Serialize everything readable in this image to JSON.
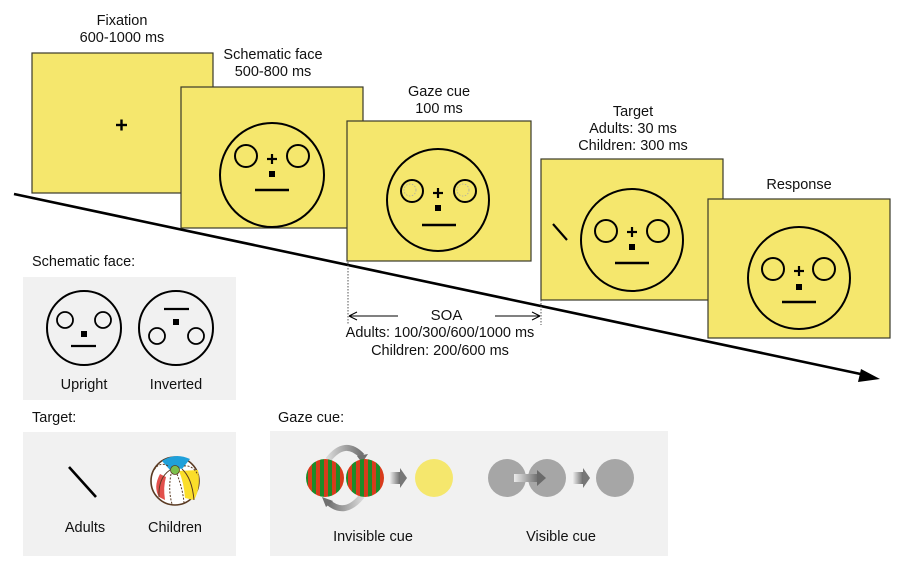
{
  "sequence": {
    "timeline_direction": "left-to-right, downward",
    "screens": [
      {
        "id": "fixation",
        "title": "Fixation",
        "duration": "600-1000 ms",
        "content": "fixation cross"
      },
      {
        "id": "schematic_face",
        "title": "Schematic face",
        "duration": "500-800 ms",
        "content": "face with open eyes"
      },
      {
        "id": "gaze_cue",
        "title": "Gaze cue",
        "duration": "100 ms",
        "content": "face with faint pupils"
      },
      {
        "id": "target",
        "title": "Target",
        "duration_lines": [
          "Adults: 30 ms",
          "Children: 300 ms"
        ],
        "content": "face with target line on left"
      },
      {
        "id": "response",
        "title": "Response",
        "content": "face with open eyes"
      }
    ],
    "soa": {
      "label": "SOA",
      "adults": "Adults: 100/300/600/1000 ms",
      "children": "Children: 200/600 ms"
    }
  },
  "legend": {
    "schematic_face": {
      "heading": "Schematic face:",
      "items": [
        "Upright",
        "Inverted"
      ]
    },
    "target": {
      "heading": "Target:",
      "items": [
        "Adults",
        "Children"
      ]
    },
    "gaze_cue": {
      "heading": "Gaze cue:",
      "items": [
        "Invisible cue",
        "Visible cue"
      ]
    }
  },
  "colors": {
    "screen_fill": "#f5e76d",
    "panel_fill": "#f1f1f1",
    "stripe_green": "#1e8a28",
    "stripe_red": "#d83b1c",
    "cue_gray": "#a6a6a6",
    "ball_blue": "#1fa0da",
    "ball_yellow": "#fbde2a",
    "ball_red": "#e2504c",
    "ball_green": "#7cbf4c"
  }
}
